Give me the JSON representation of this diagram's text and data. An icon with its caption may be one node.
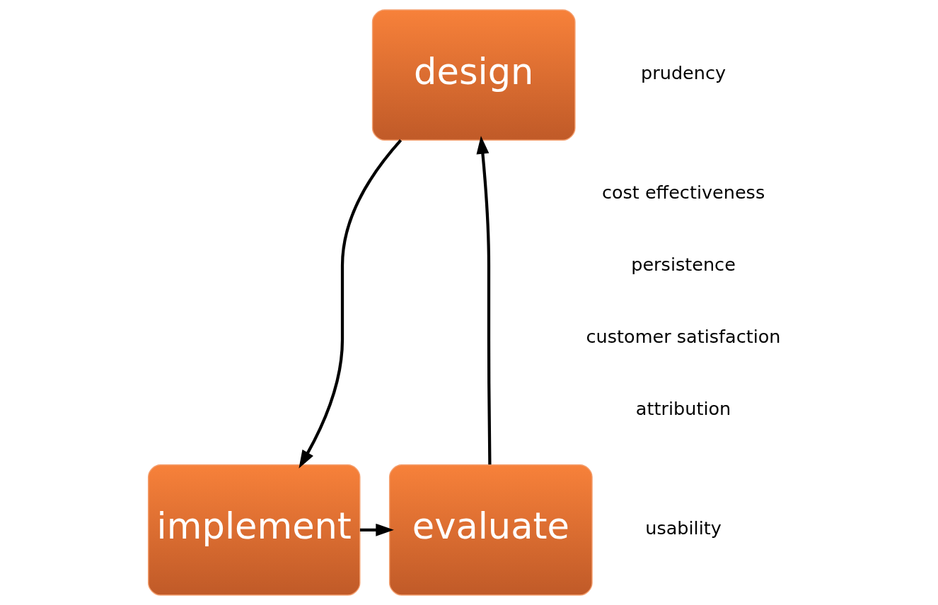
{
  "diagram": {
    "nodes": [
      {
        "text": [
          "design"
        ]
      },
      {
        "text": [
          "implement"
        ]
      },
      {
        "text": [
          "evaluate"
        ]
      }
    ],
    "edges": [
      {
        "from": 0,
        "to": 1,
        "arrow": "to"
      },
      {
        "from": 1,
        "to": 2,
        "arrow": "to"
      },
      {
        "from": 2,
        "to": 0,
        "arrow": "to"
      }
    ],
    "labels": [
      "prudency",
      "cost effectiveness",
      "persistence",
      "customer satisfaction",
      "attribution",
      "usability"
    ]
  }
}
